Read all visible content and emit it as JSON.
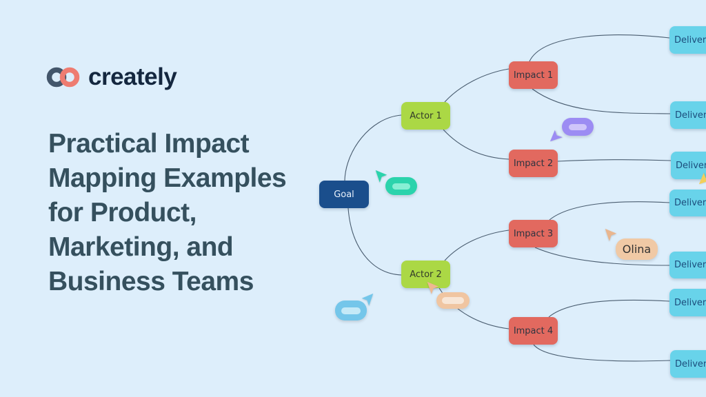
{
  "brand": {
    "name": "creately",
    "logo_ring_left_color": "#43566b",
    "logo_ring_right_color": "#ee7c71",
    "wordmark_color": "#14273f"
  },
  "headline": {
    "lines": [
      "Practical Impact",
      "Mapping Examples",
      "for Product,",
      "Marketing, and",
      "Business Teams"
    ],
    "color": "#35505e"
  },
  "canvas": {
    "background_color": "#ddeefb",
    "connector_color": "#3c4f63"
  },
  "diagram": {
    "goal": {
      "label": "Goal",
      "fill": "#1a4e8c"
    },
    "actor_fill": "#abd845",
    "actors": [
      {
        "label": "Actor 1"
      },
      {
        "label": "Actor 2"
      }
    ],
    "impact_fill": "#e2695f",
    "impacts": [
      {
        "label": "Impact 1"
      },
      {
        "label": "Impact 2"
      },
      {
        "label": "Impact 3"
      },
      {
        "label": "Impact 4"
      }
    ],
    "deliverable_fill": "#68d3ea",
    "deliverables": [
      {
        "label": "Deliverable"
      },
      {
        "label": "Deliverable"
      },
      {
        "label": "Deliverable"
      },
      {
        "label": "Deliverable"
      },
      {
        "label": "Deliverable"
      },
      {
        "label": "Deliverable"
      },
      {
        "label": "Deliverable"
      }
    ],
    "edges": [
      [
        "Goal",
        "Actor 1"
      ],
      [
        "Goal",
        "Actor 2"
      ],
      [
        "Actor 1",
        "Impact 1"
      ],
      [
        "Actor 1",
        "Impact 2"
      ],
      [
        "Actor 2",
        "Impact 3"
      ],
      [
        "Actor 2",
        "Impact 4"
      ],
      [
        "Impact 1",
        "Deliverable 1"
      ],
      [
        "Impact 1",
        "Deliverable 2"
      ],
      [
        "Impact 2",
        "Deliverable 3"
      ],
      [
        "Impact 3",
        "Deliverable 4"
      ],
      [
        "Impact 3",
        "Deliverable 5"
      ],
      [
        "Impact 4",
        "Deliverable 6"
      ],
      [
        "Impact 4",
        "Deliverable 7"
      ]
    ]
  },
  "cursors": {
    "teal": {
      "color": "#2bd3ac"
    },
    "purple": {
      "color": "#9c8cf3"
    },
    "sky_blue": {
      "color": "#74c6ea"
    },
    "tan": {
      "color": "#f0c5a1"
    },
    "olina": {
      "label": "Olina",
      "color": "#f0c9a5"
    },
    "yellow_clipped": {
      "color": "#f2cf5b"
    }
  }
}
